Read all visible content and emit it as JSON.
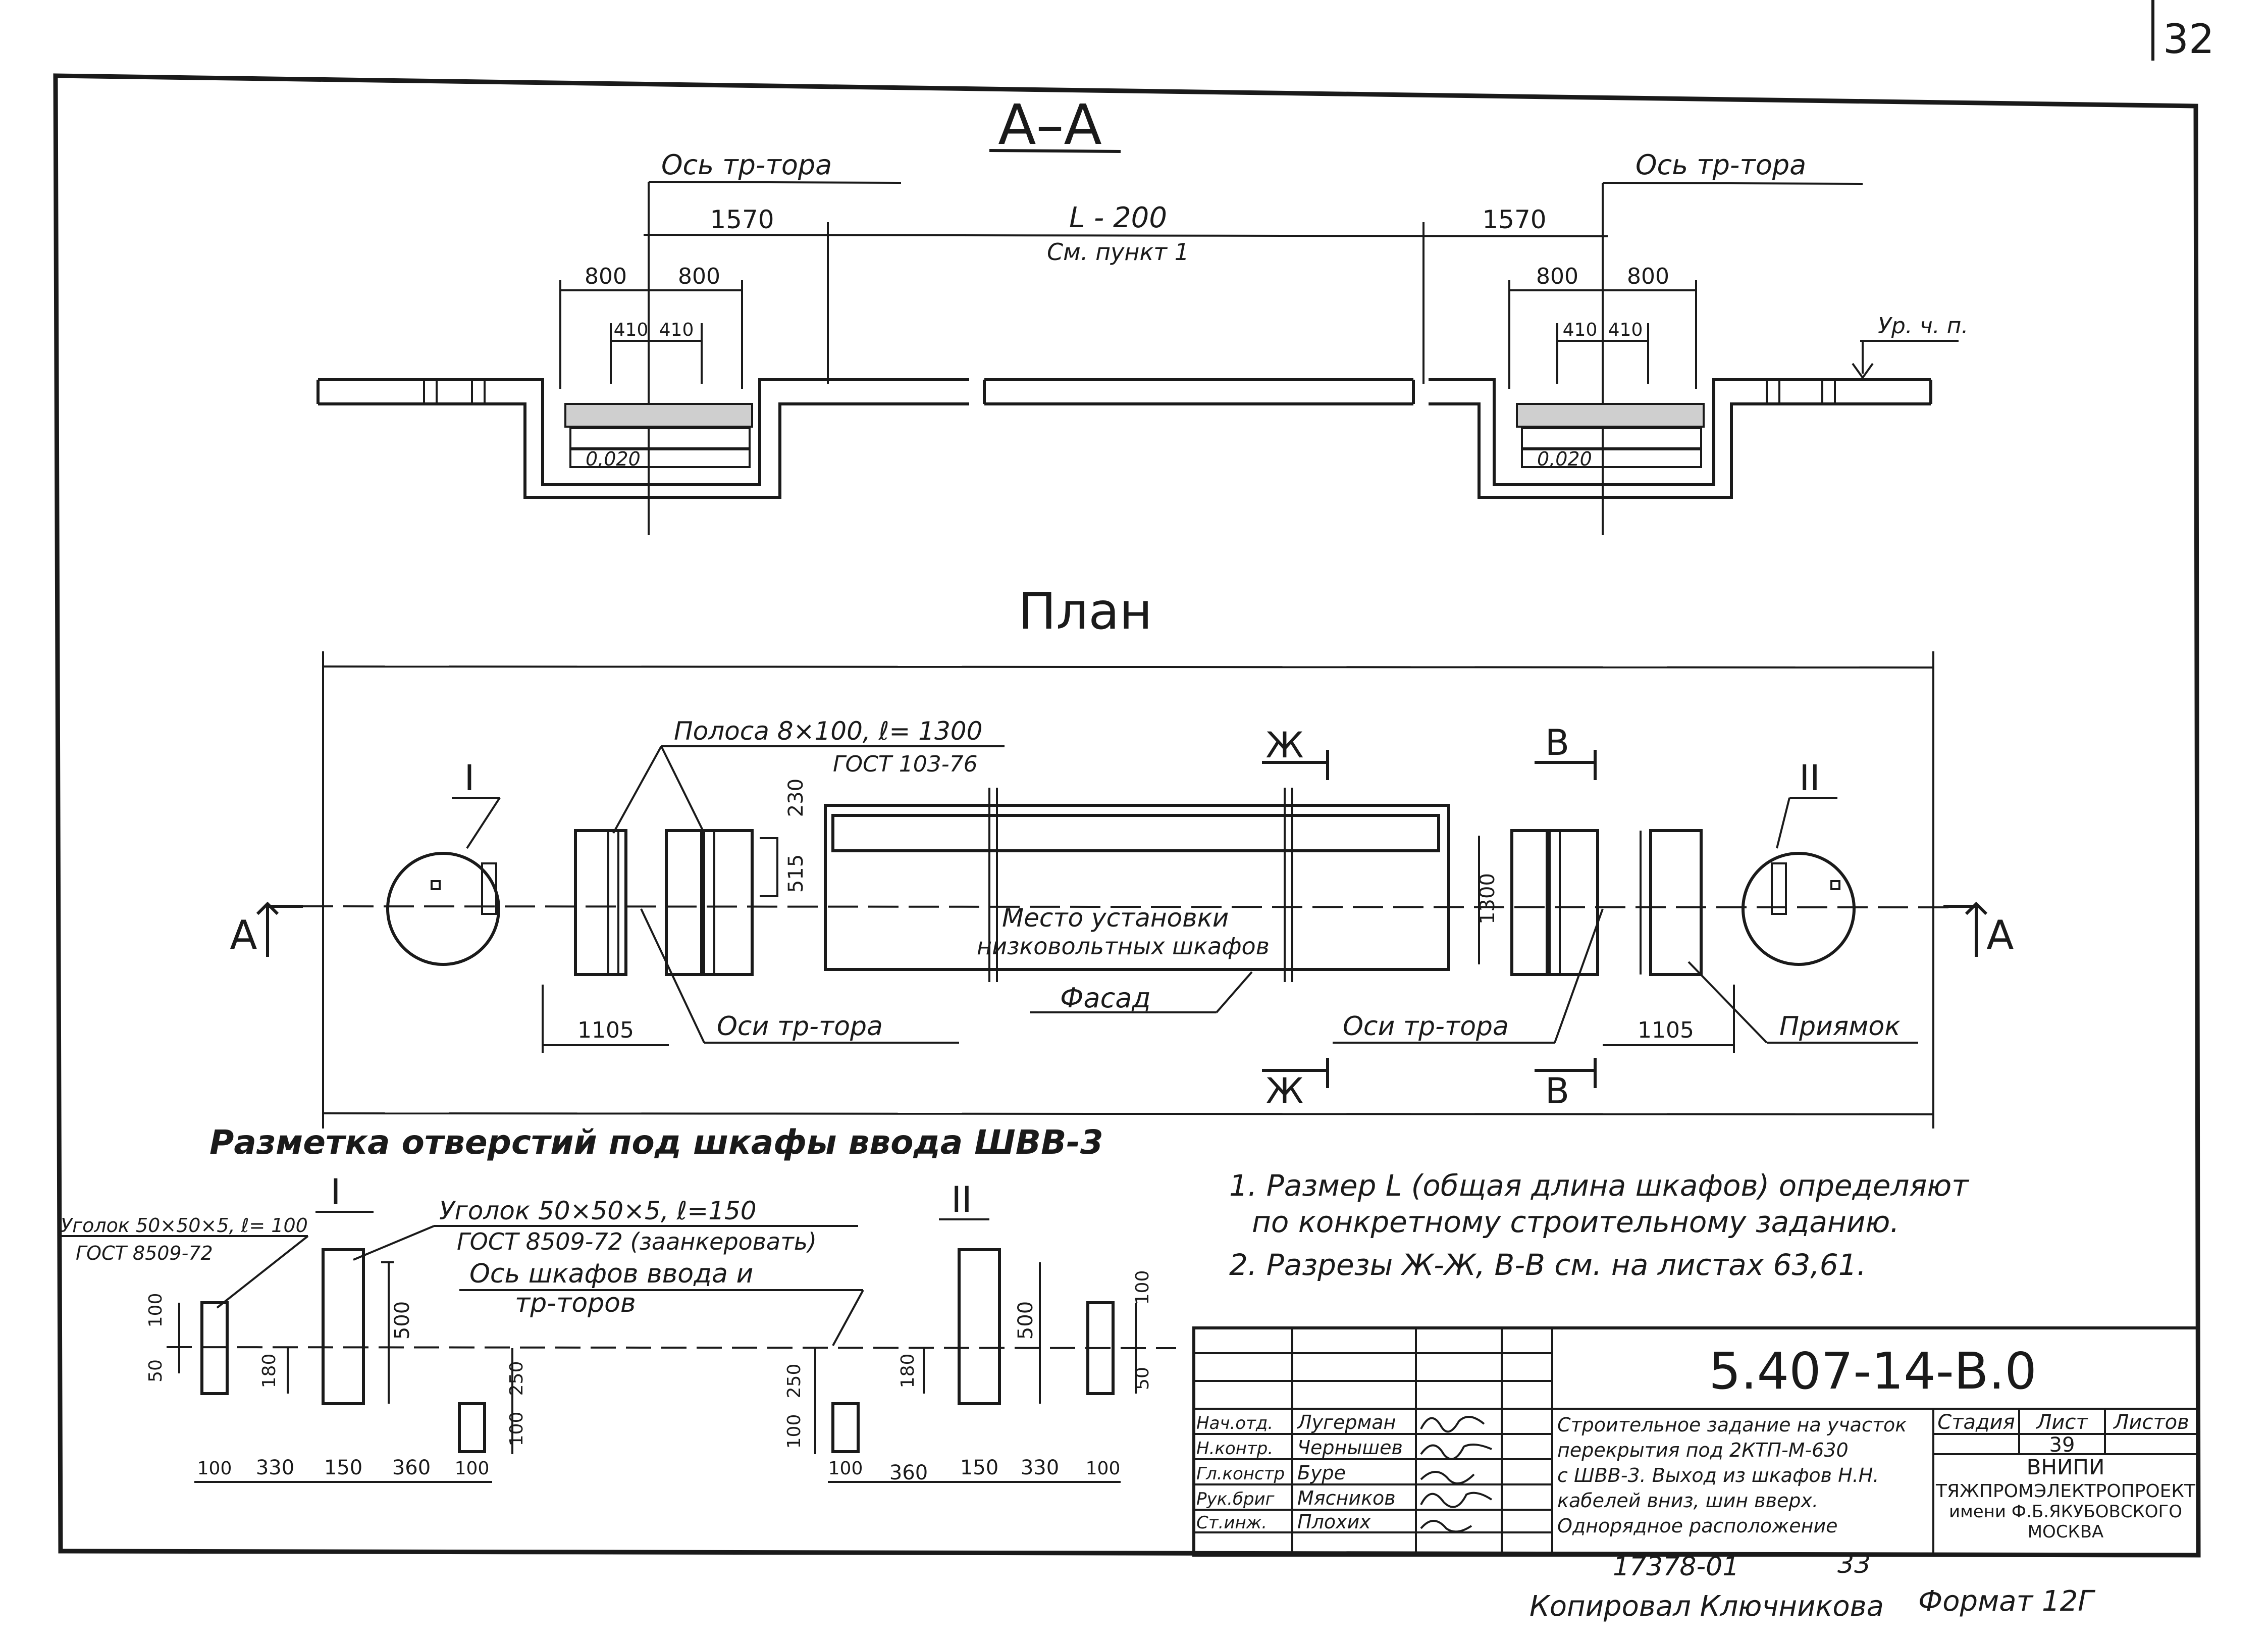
{
  "sheet_number": "32",
  "section_aa": {
    "title": "А–А",
    "axis_left": "Ось тр-тора",
    "axis_right": "Ось тр-тора",
    "dim_1570_left": "1570",
    "dim_1570_right": "1570",
    "dim_L": "L - 200",
    "see_item": "См. пункт 1",
    "dim_800": [
      "800",
      "800",
      "800",
      "800"
    ],
    "dim_410": [
      "410",
      "410",
      "410",
      "410"
    ],
    "slope": [
      "0,020",
      "0,020"
    ],
    "ground_level": "Ур. ч. п."
  },
  "plan": {
    "title": "План",
    "roman_1": "I",
    "roman_2": "II",
    "strip_label": "Полоса 8×100, ℓ= 1300",
    "strip_gost": "ГОСТ 103-76",
    "cut_zh": [
      "Ж",
      "Ж"
    ],
    "cut_v": [
      "В",
      "В"
    ],
    "section_a": [
      "А",
      "А"
    ],
    "dim_230": "230",
    "dim_515": "515",
    "dim_1300": "1300",
    "install_place": [
      "Место установки",
      "низковольтных шкафов"
    ],
    "facade": "Фасад",
    "axes_left": "Оси тр-тора",
    "axes_right": "Оси тр-тора",
    "dim_1105_left": "1105",
    "dim_1105_right": "1105",
    "pit": "Приямок"
  },
  "marking": {
    "title": "Разметка отверстий под шкафы ввода ШВВ-3",
    "roman_1": "I",
    "roman_2": "II",
    "angle_small": "Уголок 50×50×5, ℓ= 100",
    "angle_small_gost": "ГОСТ 8509-72",
    "angle_large": "Уголок 50×50×5, ℓ=150",
    "angle_large_gost": "ГОСТ 8509-72 (заанкеровать)",
    "axis_label": [
      "Ось шкафов ввода и",
      "тр-торов"
    ],
    "dims_left": [
      "100",
      "50",
      "180",
      "500",
      "250",
      "100"
    ],
    "dims_right": [
      "100",
      "250",
      "180",
      "500",
      "100",
      "50"
    ],
    "bottom_left": [
      "100",
      "330",
      "150",
      "360",
      "100"
    ],
    "bottom_right": [
      "100",
      "360",
      "150",
      "330",
      "100"
    ]
  },
  "notes": [
    "1. Размер L (общая длина шкафов) определяют",
    "по конкретному строительному заданию.",
    "2. Разрезы Ж-Ж, В-В см. на листах 63,61."
  ],
  "title_block": {
    "doc_code": "5.407-14-В.0",
    "roles": [
      "Нач.отд.",
      "Н.контр.",
      "Гл.констр",
      "Рук.бриг",
      "Ст.инж."
    ],
    "names": [
      "Лугерман",
      "Чернышев",
      "Буре",
      "Мясников",
      "Плохих"
    ],
    "description": [
      "Строительное задание на участок",
      "перекрытия под 2КТП-М-630",
      "с ШВВ-3. Выход из шкафов Н.Н.",
      "кабелей вниз, шин вверх.",
      "Однорядное расположение"
    ],
    "col_stage": "Стадия",
    "col_sheet": "Лист",
    "col_sheets": "Листов",
    "sheet_value": "39",
    "org": [
      "ВНИПИ",
      "ТЯЖПРОМЭЛЕКТРОПРОЕКТ",
      "имени Ф.Б.ЯКУБОВСКОГО",
      "МОСКВА"
    ]
  },
  "footer": {
    "archive": "17378-01",
    "page": "33",
    "copied_by": "Копировал Ключникова",
    "format": "Формат 12Г"
  }
}
